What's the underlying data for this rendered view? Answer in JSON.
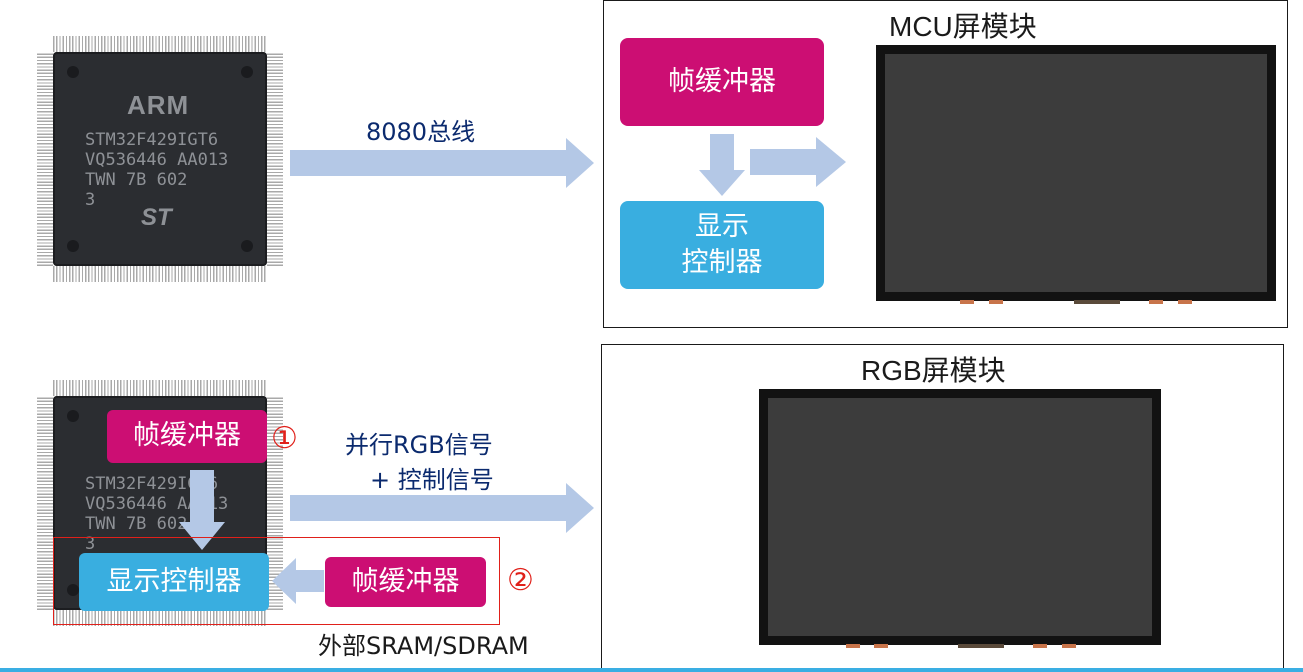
{
  "chip_top": {
    "brand": "ARM",
    "lines": [
      "STM32F429IGT6",
      "VQ536446  AA013",
      "TWN  7B  602",
      "3"
    ],
    "logo": "ST"
  },
  "chip_bottom": {
    "lines": [
      "STM32F429IGT6",
      "VQ536446  AA013",
      "TWN  7B  602",
      "3"
    ]
  },
  "top_section": {
    "bus_label": "8080总线",
    "panel_title": "MCU屏模块",
    "frame_buffer": "帧缓冲器",
    "display_controller": "显示\n控制器"
  },
  "bottom_section": {
    "signal_label_line1": "并行RGB信号",
    "signal_label_line2": "+ 控制信号",
    "panel_title": "RGB屏模块",
    "frame_buffer_internal": "帧缓冲器",
    "marker_1": "①",
    "display_controller": "显示控制器",
    "frame_buffer_external": "帧缓冲器",
    "marker_2": "②",
    "external_label": "外部SRAM/SDRAM"
  },
  "colors": {
    "magenta": "#cc0e73",
    "blue": "#39aee0",
    "arrow": "#b4c8e6",
    "highlight_border": "#e0201a"
  }
}
